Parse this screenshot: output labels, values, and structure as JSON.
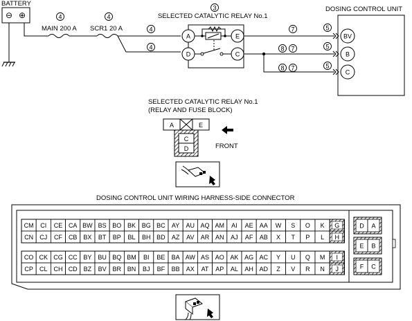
{
  "top": {
    "battery_label": "BATTERY",
    "battery_minus": "⊖",
    "battery_plus": "⊕",
    "fuse_main_label": "MAIN 200 A",
    "fuse_scr1_label": "SCR1 20 A",
    "relay_title": "SELECTED CATALYTIC RELAY No.1",
    "relay_ref": "3",
    "dcu_title": "DOSING CONTROL UNIT",
    "relay_terminals": [
      "A",
      "E",
      "D",
      "C"
    ],
    "dcu_terminals": [
      "BV",
      "B",
      "C"
    ],
    "ref_4": "4",
    "ref_5": "5",
    "ref_7": "7",
    "ref_8": "8"
  },
  "relay_connector": {
    "title_line1": "SELECTED CATALYTIC RELAY No.1",
    "title_line2": "(RELAY AND FUSE BLOCK)",
    "terminals": [
      "A",
      "E",
      "C",
      "D"
    ],
    "front_label": "FRONT"
  },
  "dcu_connector": {
    "title": "DOSING CONTROL UNIT WIRING HARNESS-SIDE CONNECTOR",
    "upper_row1": [
      "CM",
      "CI",
      "CE",
      "CA",
      "BW",
      "BS",
      "BO",
      "BK",
      "BG",
      "BC",
      "AY",
      "AU",
      "AQ",
      "AM",
      "AI",
      "AE",
      "AA",
      "W",
      "S",
      "O",
      "K",
      "G"
    ],
    "upper_row2": [
      "CN",
      "CJ",
      "CF",
      "CB",
      "BX",
      "BT",
      "BP",
      "BL",
      "BH",
      "BD",
      "AZ",
      "AV",
      "AR",
      "AN",
      "AJ",
      "AF",
      "AB",
      "X",
      "T",
      "P",
      "L",
      "H"
    ],
    "lower_row1": [
      "CO",
      "CK",
      "CG",
      "CC",
      "BY",
      "BU",
      "BQ",
      "BM",
      "BI",
      "BE",
      "BA",
      "AW",
      "AS",
      "AO",
      "AK",
      "AG",
      "AC",
      "Y",
      "U",
      "Q",
      "M",
      "I"
    ],
    "lower_row2": [
      "CP",
      "CL",
      "CH",
      "CD",
      "BZ",
      "BV",
      "BR",
      "BN",
      "BJ",
      "BF",
      "BB",
      "AX",
      "AT",
      "AP",
      "AL",
      "AH",
      "AD",
      "Z",
      "V",
      "R",
      "N",
      "J"
    ],
    "side_block1": [
      "D",
      "A"
    ],
    "side_block2": [
      "E",
      "B"
    ],
    "side_block3": [
      "F",
      "C"
    ]
  }
}
